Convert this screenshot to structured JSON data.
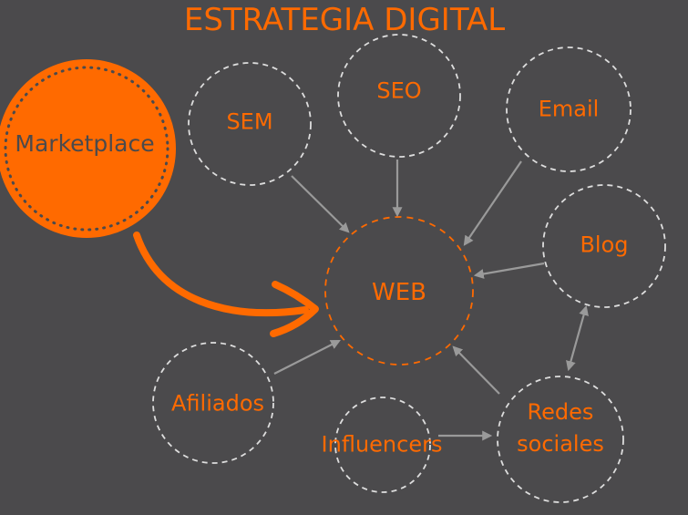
{
  "title": "ESTRATEGIA DIGITAL",
  "colors": {
    "background": "#4b4a4c",
    "accent": "#ff6a00",
    "connector": "#9a9a9a",
    "dashed_outline": "#dddddd"
  },
  "center": {
    "label": "WEB"
  },
  "marketplace": {
    "label": "Marketplace"
  },
  "nodes": {
    "sem": "SEM",
    "seo": "SEO",
    "email": "Email",
    "blog": "Blog",
    "afiliados": "Afiliados",
    "influencers": "Influencers",
    "redes_line1": "Redes",
    "redes_line2": "sociales"
  }
}
